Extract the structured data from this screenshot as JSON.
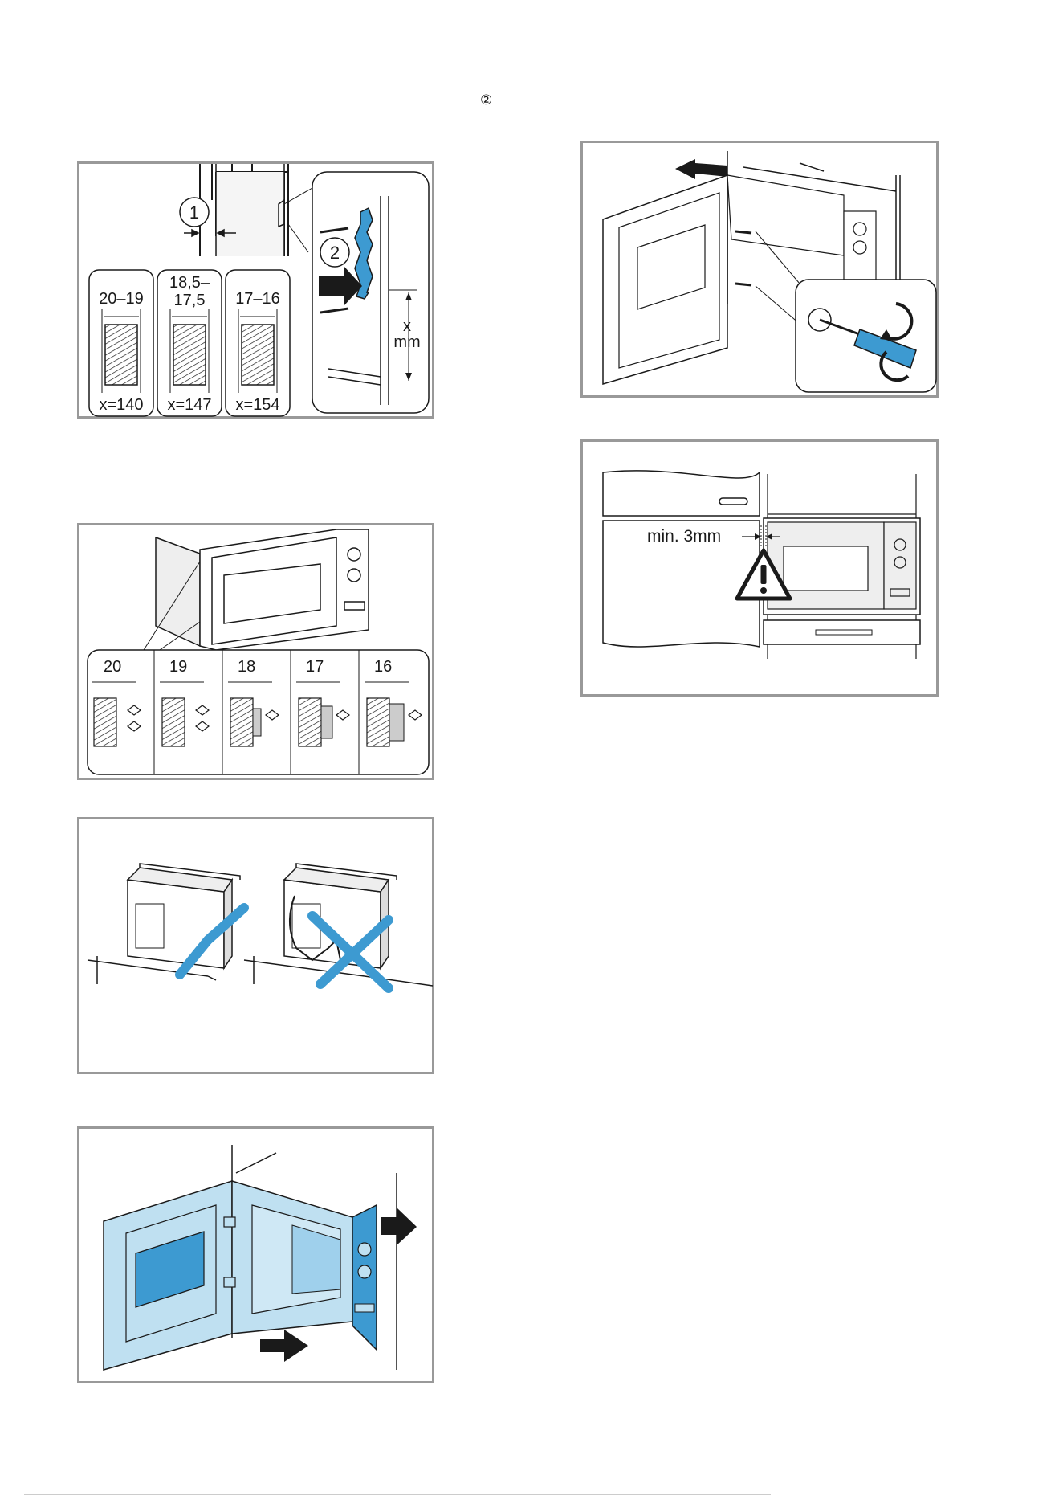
{
  "page": {
    "marker": "②"
  },
  "fig_shims": {
    "callout_1": "1",
    "callout_2": "2",
    "ranges": [
      {
        "range": "20–19",
        "x": "x=140"
      },
      {
        "range": "18,5–\n17,5",
        "x": "x=147"
      },
      {
        "range": "17–16",
        "x": "x=154"
      }
    ],
    "range_2_line1": "18,5–",
    "range_2_line2": "17,5",
    "dim_x": "x",
    "dim_mm": "mm"
  },
  "fig_hinges": {
    "thicknesses": [
      "20",
      "19",
      "18",
      "17",
      "16"
    ]
  },
  "fig_cable": {
    "correct_icon": "checkmark-icon",
    "wrong_icon": "cross-icon"
  },
  "fig_clearance": {
    "label": "min. 3mm",
    "warning_icon": "warning-triangle-icon"
  },
  "colors": {
    "accent_blue": "#3d9ad1",
    "light_blue": "#bfe0f1",
    "frame_gray": "#999999",
    "line": "#1a1a1a"
  }
}
